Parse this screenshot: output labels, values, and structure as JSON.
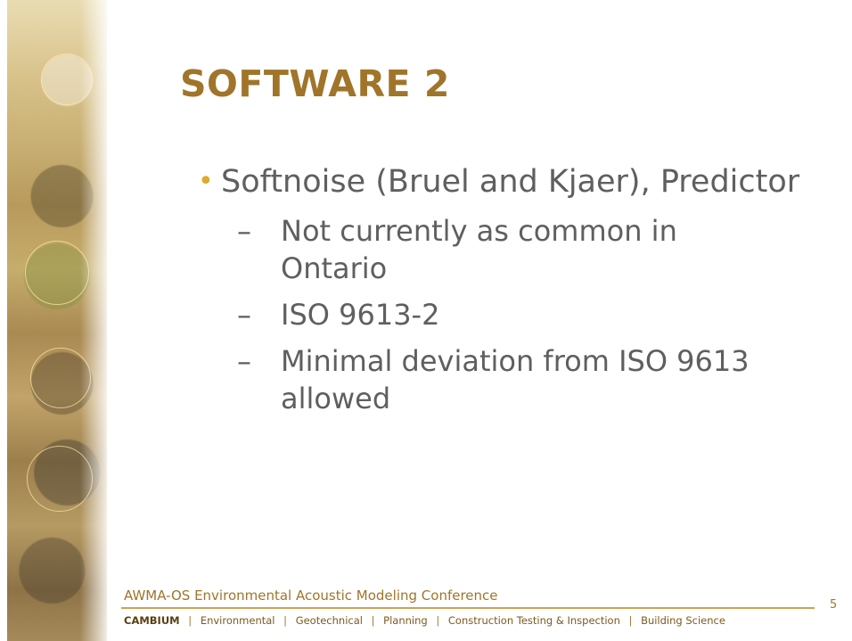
{
  "slide": {
    "title": "SOFTWARE 2",
    "bullets": [
      {
        "text": "Softnoise (Bruel and Kjaer), Predictor",
        "sub": [
          "Not currently as common in Ontario",
          "ISO 9613-2",
          "Minimal deviation from ISO 9613 allowed"
        ]
      }
    ],
    "bullet_marker": "•",
    "sub_marker": "–",
    "footer": {
      "conference": "AWMA-OS Environmental Acoustic Modeling Conference",
      "brand": "CAMBIUM",
      "links": [
        "Environmental",
        "Geotechnical",
        "Planning",
        "Construction Testing & Inspection",
        "Building Science"
      ],
      "separator": "|",
      "page_number": "5"
    },
    "colors": {
      "title": "#a0752a",
      "body_text": "#5f5f5f",
      "bullet": "#e0a92a",
      "footer_text": "#a0752a"
    }
  }
}
